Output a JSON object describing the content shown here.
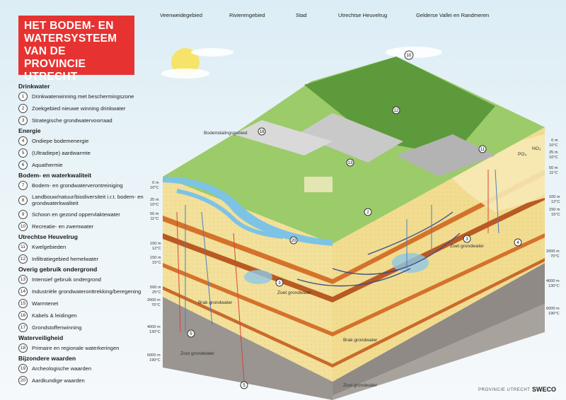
{
  "title": {
    "lines": [
      "HET BODEM- EN",
      "WATERSYSTEEM",
      "VAN DE PROVINCIE",
      "UTRECHT"
    ]
  },
  "regions": [
    "Veenweidegebied",
    "Rivierengebied",
    "Stad",
    "Utrechtse Heuvelrug",
    "Gelderse Vallei en Randmeren"
  ],
  "legend": [
    {
      "category": "Drinkwater",
      "items": [
        {
          "num": "1",
          "label": "Drinkwaterwinning met beschermingszone"
        },
        {
          "num": "2",
          "label": "Zoekgebied nieuwe winning drinkwater"
        },
        {
          "num": "3",
          "label": "Strategische grondwatervoorraad"
        }
      ]
    },
    {
      "category": "Energie",
      "items": [
        {
          "num": "4",
          "label": "Ondiepe bodemenergie"
        },
        {
          "num": "5",
          "label": "(Ultradiepe) aardwarmte"
        },
        {
          "num": "6",
          "label": "Aquathermie"
        }
      ]
    },
    {
      "category": "Bodem- en waterkwaliteit",
      "items": [
        {
          "num": "7",
          "label": "Bodem- en grondwaterverontreiniging"
        },
        {
          "num": "8",
          "label": "Landbouw/natuur/biodiversiteit i.r.t. bodem- en grondwaterkwaliteit"
        },
        {
          "num": "9",
          "label": "Schoon en gezond oppervlaktewater"
        },
        {
          "num": "10",
          "label": "Recreatie- en zwemwater"
        }
      ]
    },
    {
      "category": "Utrechtse Heuvelrug",
      "items": [
        {
          "num": "11",
          "label": "Kwelgebieden"
        },
        {
          "num": "12",
          "label": "Infiltratiegebied hemelwater"
        }
      ]
    },
    {
      "category": "Overig gebruik ondergrond",
      "items": [
        {
          "num": "13",
          "label": "Intensief gebruik ondergrond"
        },
        {
          "num": "14",
          "label": "Industriële grondwateronttrekking/beregening"
        },
        {
          "num": "15",
          "label": "Warmtenet"
        },
        {
          "num": "16",
          "label": "Kabels & leidingen"
        },
        {
          "num": "17",
          "label": "Grondstoffenwinning"
        }
      ]
    },
    {
      "category": "Waterveiligheid",
      "items": [
        {
          "num": "18",
          "label": "Primaire en regionale waterkeringen"
        }
      ]
    },
    {
      "category": "Bijzondere waarden",
      "items": [
        {
          "num": "19",
          "label": "Archeologische waarden"
        },
        {
          "num": "20",
          "label": "Aardkundige waarden"
        }
      ]
    }
  ],
  "scene": {
    "bodemdalingsgebied": "Bodemdalingsgebied",
    "zoet_grondwater": "Zoet grondwater",
    "brak_grondwater": "Brak grondwater",
    "zout_grondwater": "Zout grondwater",
    "po4": "PO₄",
    "no3": "NO₃"
  },
  "depth_left": [
    {
      "m": "0 m",
      "c": "10°C"
    },
    {
      "m": "25 m",
      "c": "10°C"
    },
    {
      "m": "50 m",
      "c": "11°C"
    },
    {
      "m": "100 m",
      "c": "12°C"
    },
    {
      "m": "150 m",
      "c": "15°C"
    },
    {
      "m": "500 m",
      "c": "25°C"
    },
    {
      "m": "2000 m",
      "c": "70°C"
    },
    {
      "m": "4000 m",
      "c": "130°C"
    },
    {
      "m": "6000 m",
      "c": "190°C"
    }
  ],
  "depth_right": [
    {
      "m": "0 m",
      "c": "10°C"
    },
    {
      "m": "25 m",
      "c": "10°C"
    },
    {
      "m": "50 m",
      "c": "11°C"
    },
    {
      "m": "100 m",
      "c": "12°C"
    },
    {
      "m": "150 m",
      "c": "15°C"
    },
    {
      "m": "2000 m",
      "c": "70°C"
    },
    {
      "m": "4000 m",
      "c": "130°C"
    },
    {
      "m": "6000 m",
      "c": "190°C"
    }
  ],
  "footer": {
    "provincie": "PROVINCIE UTRECHT",
    "sweco": "SWECO"
  },
  "colors": {
    "title_bg": "#e63331",
    "grass": "#9ccb6a",
    "forest": "#5d9a3c",
    "water": "#7cc3e6",
    "sand": "#f3e09a",
    "clay": "#d4722c",
    "deep_rock": "#9a9590"
  }
}
